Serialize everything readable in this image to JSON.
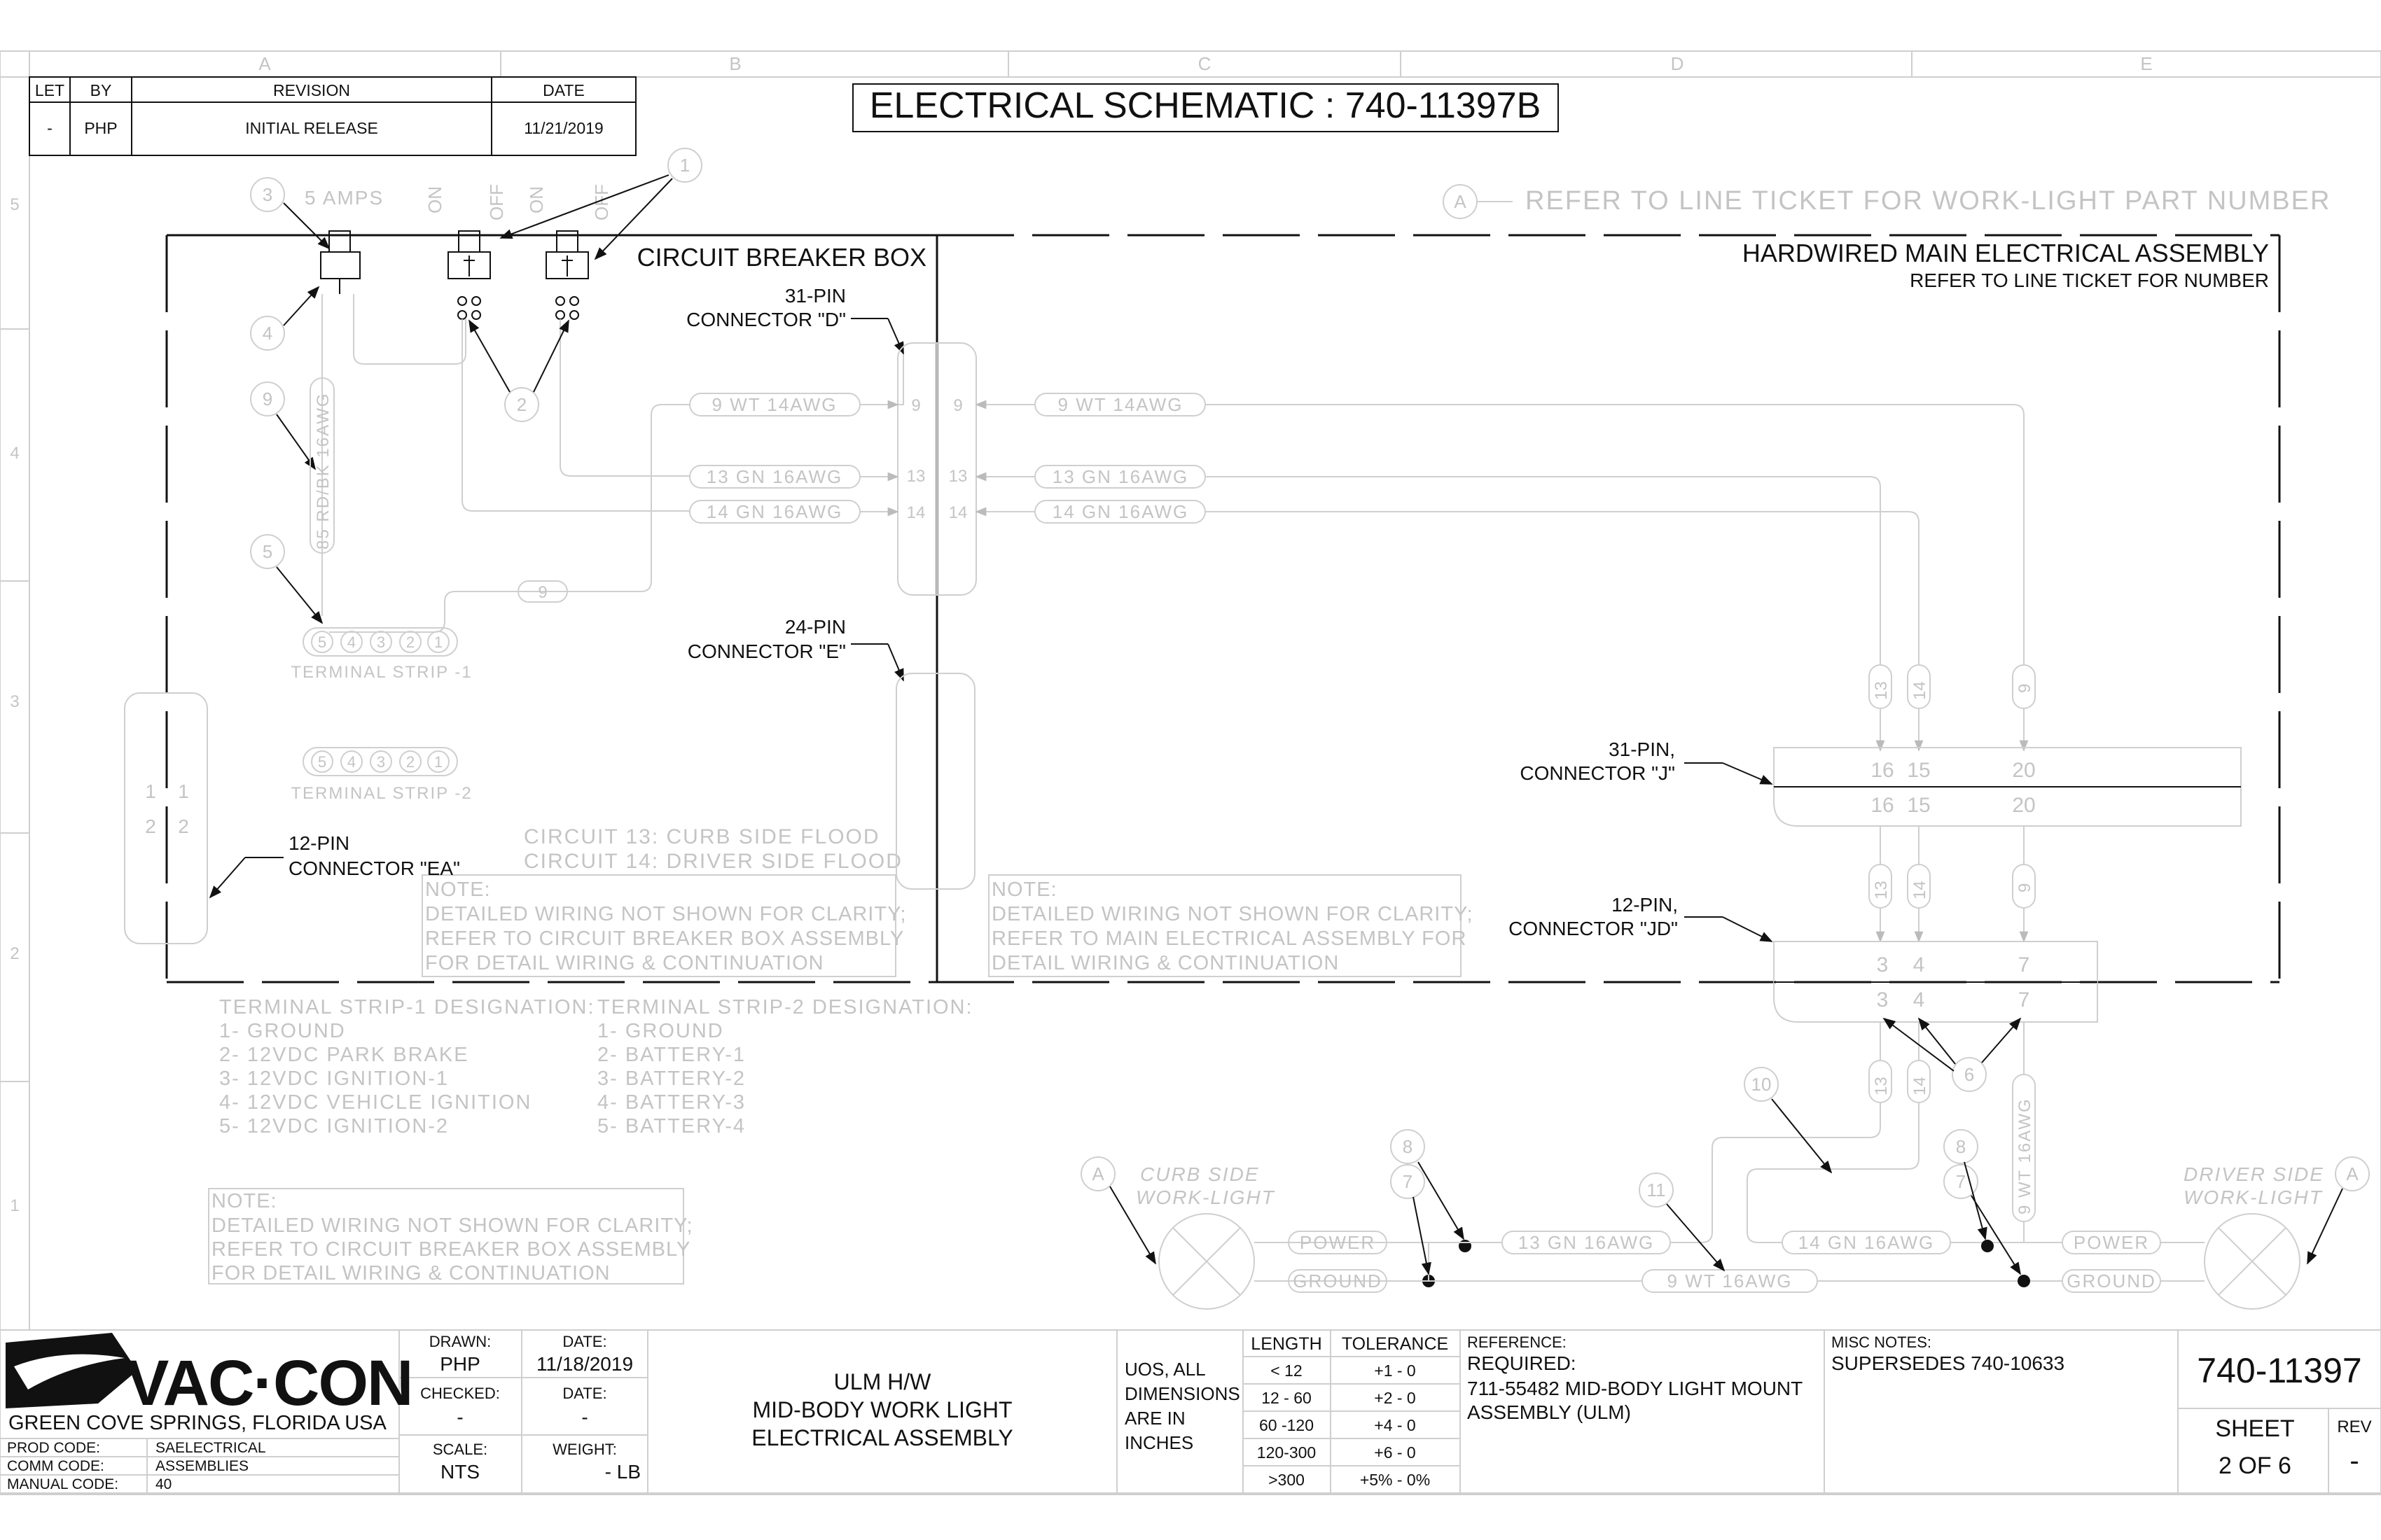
{
  "title": "ELECTRICAL SCHEMATIC : 740-11397B",
  "zones": [
    "A",
    "B",
    "C",
    "D",
    "E"
  ],
  "rows": [
    "5",
    "4",
    "3",
    "2",
    "1"
  ],
  "revision_table": {
    "headers": [
      "LET",
      "BY",
      "REVISION",
      "DATE"
    ],
    "row": [
      "-",
      "PHP",
      "INITIAL RELEASE",
      "11/21/2019"
    ]
  },
  "top_note": "REFER TO LINE TICKET FOR WORK-LIGHT PART NUMBER",
  "top_note_marker": "A",
  "circuit_breaker_box": {
    "label": "CIRCUIT BREAKER BOX",
    "amps": "5 AMPS",
    "switch_on": "ON",
    "switch_off": "OFF",
    "balloons": [
      "3",
      "4",
      "1",
      "2",
      "9",
      "5"
    ],
    "breaker_wire": "85 RD/BK 16AWG",
    "wire_9_tag": "9",
    "terminal_strip_1": {
      "label": "TERMINAL STRIP -1",
      "positions": [
        "5",
        "4",
        "3",
        "2",
        "1"
      ]
    },
    "terminal_strip_2": {
      "label": "TERMINAL STRIP -2",
      "positions": [
        "5",
        "4",
        "3",
        "2",
        "1"
      ]
    },
    "circuit_notes": [
      "CIRCUIT 13: CURB SIDE FLOOD",
      "CIRCUIT 14: DRIVER SIDE FLOOD"
    ],
    "note": [
      "NOTE:",
      "DETAILED WIRING NOT SHOWN FOR CLARITY;",
      "REFER TO CIRCUIT BREAKER BOX ASSEMBLY",
      "FOR DETAIL WIRING & CONTINUATION"
    ]
  },
  "main_assembly": {
    "label": "HARDWIRED MAIN ELECTRICAL ASSEMBLY",
    "sublabel": "REFER TO LINE TICKET FOR NUMBER",
    "note": [
      "NOTE:",
      "DETAILED WIRING NOT SHOWN FOR CLARITY;",
      "REFER TO MAIN ELECTRICAL ASSEMBLY FOR",
      "DETAIL WIRING & CONTINUATION"
    ]
  },
  "connectors": {
    "d": {
      "line1": "31-PIN",
      "line2": "CONNECTOR \"D\"",
      "pins": [
        "9",
        "13",
        "14"
      ]
    },
    "e": {
      "line1": "24-PIN",
      "line2": "CONNECTOR \"E\""
    },
    "ea": {
      "line1": "12-PIN",
      "line2": "CONNECTOR \"EA\"",
      "pins": [
        "1",
        "2"
      ]
    },
    "j": {
      "line1": "31-PIN,",
      "line2": "CONNECTOR \"J\"",
      "pins": [
        "16",
        "15",
        "20"
      ]
    },
    "jd": {
      "line1": "12-PIN,",
      "line2": "CONNECTOR \"JD\"",
      "pins": [
        "3",
        "4",
        "7"
      ]
    }
  },
  "wires": {
    "w9": "9 WT 14AWG",
    "w13": "13 GN 16AWG",
    "w14": "14 GN 16AWG",
    "tag13": "13",
    "tag14": "14",
    "tag9": "9",
    "lamp_13": "13 GN 16AWG",
    "lamp_14": "14 GN 16AWG",
    "lamp_9": "9 WT 16AWG",
    "lamp_9_vertical": "9 WT 16AWG"
  },
  "terminal_designations": {
    "strip1": [
      "TERMINAL STRIP-1 DESIGNATION:",
      "1- GROUND",
      "2- 12VDC PARK BRAKE",
      "3- 12VDC IGNITION-1",
      "4- 12VDC VEHICLE IGNITION",
      "5- 12VDC IGNITION-2"
    ],
    "strip2": [
      "TERMINAL STRIP-2 DESIGNATION:",
      "1- GROUND",
      "2- BATTERY-1",
      "3- BATTERY-2",
      "4- BATTERY-3",
      "5- BATTERY-4"
    ]
  },
  "lower_note": [
    "NOTE:",
    "DETAILED WIRING NOT SHOWN FOR CLARITY;",
    "REFER TO CIRCUIT BREAKER BOX ASSEMBLY",
    "FOR DETAIL WIRING & CONTINUATION"
  ],
  "work_lights": {
    "curb": [
      "CURB SIDE",
      "WORK-LIGHT"
    ],
    "driver": [
      "DRIVER SIDE",
      "WORK-LIGHT"
    ],
    "marker": "A",
    "power": "POWER",
    "ground": "GROUND",
    "balloons": [
      "8",
      "7",
      "10",
      "11",
      "8",
      "7",
      "6"
    ]
  },
  "title_block": {
    "company": "VAC·CON",
    "location": "GREEN COVE SPRINGS, FLORIDA USA",
    "codes": [
      [
        "PROD CODE:",
        "SAELECTRICAL"
      ],
      [
        "COMM CODE:",
        "ASSEMBLIES"
      ],
      [
        "MANUAL CODE:",
        "40"
      ]
    ],
    "drawn_label": "DRAWN:",
    "drawn": "PHP",
    "date_label": "DATE:",
    "date": "11/18/2019",
    "checked_label": "CHECKED:",
    "checked": "-",
    "date2_label": "DATE:",
    "date2": "-",
    "scale_label": "SCALE:",
    "scale": "NTS",
    "weight_label": "WEIGHT:",
    "weight": "- LB",
    "description": [
      "ULM H/W",
      "MID-BODY WORK LIGHT",
      "ELECTRICAL ASSEMBLY"
    ],
    "uos": [
      "UOS, ALL",
      "DIMENSIONS",
      "ARE IN",
      "INCHES"
    ],
    "tolerance_headers": [
      "LENGTH",
      "TOLERANCE"
    ],
    "tolerances": [
      [
        "< 12",
        "+1 - 0"
      ],
      [
        "12 - 60",
        "+2 - 0"
      ],
      [
        "60 -120",
        "+4 - 0"
      ],
      [
        "120-300",
        "+6 - 0"
      ],
      [
        ">300",
        "+5% - 0%"
      ]
    ],
    "reference": [
      "REFERENCE:",
      "REQUIRED:",
      "711-55482 MID-BODY LIGHT MOUNT",
      "ASSEMBLY (ULM)"
    ],
    "misc": [
      "MISC NOTES:",
      "SUPERSEDES 740-10633"
    ],
    "part_number": "740-11397",
    "sheet_label": "SHEET",
    "sheet": "2 OF 6",
    "rev_label": "REV",
    "rev": "-"
  }
}
